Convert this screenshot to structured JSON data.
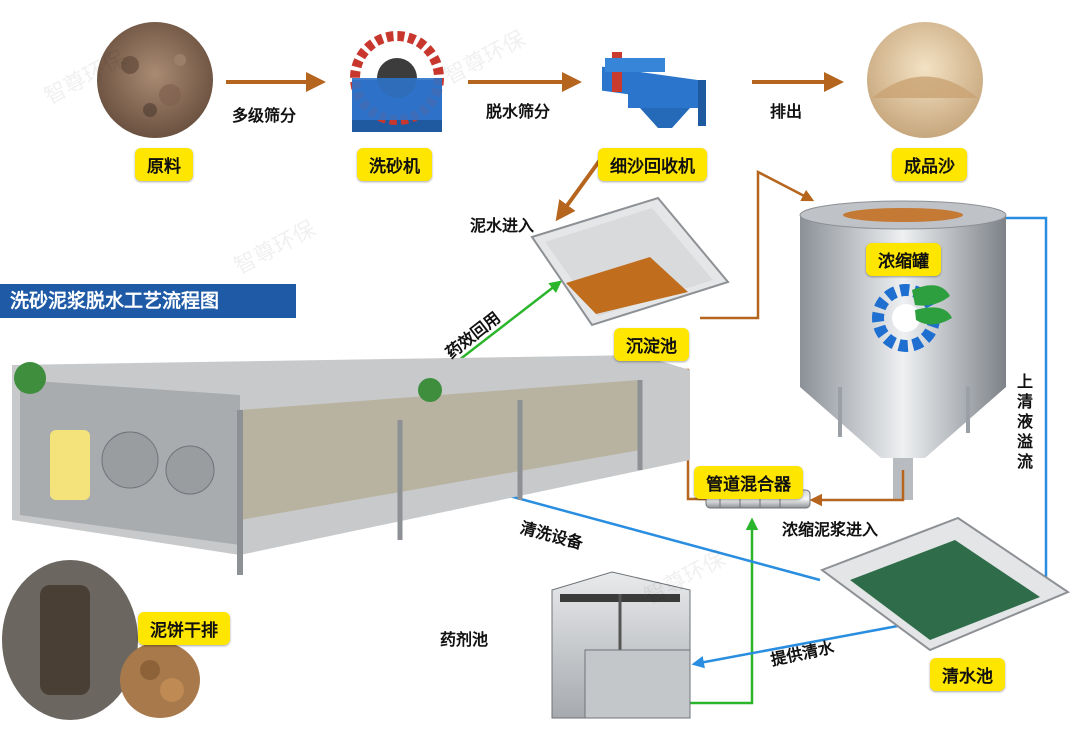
{
  "title": "洗砂泥浆脱水工艺流程图",
  "watermark": "智尊环保",
  "nodes": {
    "raw": "原料",
    "washer": "洗砂机",
    "fine_sand": "细沙回收机",
    "product": "成品沙",
    "thickener": "浓缩罐",
    "settling": "沉淀池",
    "mixer": "管道混合器",
    "reagent": "药剂池",
    "clear_pool": "清水池",
    "cake": "泥饼干排"
  },
  "flows": {
    "multi_screen": "多级筛分",
    "dewater_screen": "脱水筛分",
    "discharge": "排出",
    "mud_in": "泥水进入",
    "reagent_reuse": "药效回用",
    "overflow": "上清液溢流",
    "slurry_in": "浓缩泥浆进入",
    "washing": "清洗设备",
    "supply_water": "提供清水"
  },
  "colors": {
    "brown": "#b5651d",
    "blue": "#2a8ee0",
    "green": "#2bb52b",
    "title_bg": "#1f5aa6",
    "tag_bg": "#ffe600"
  }
}
